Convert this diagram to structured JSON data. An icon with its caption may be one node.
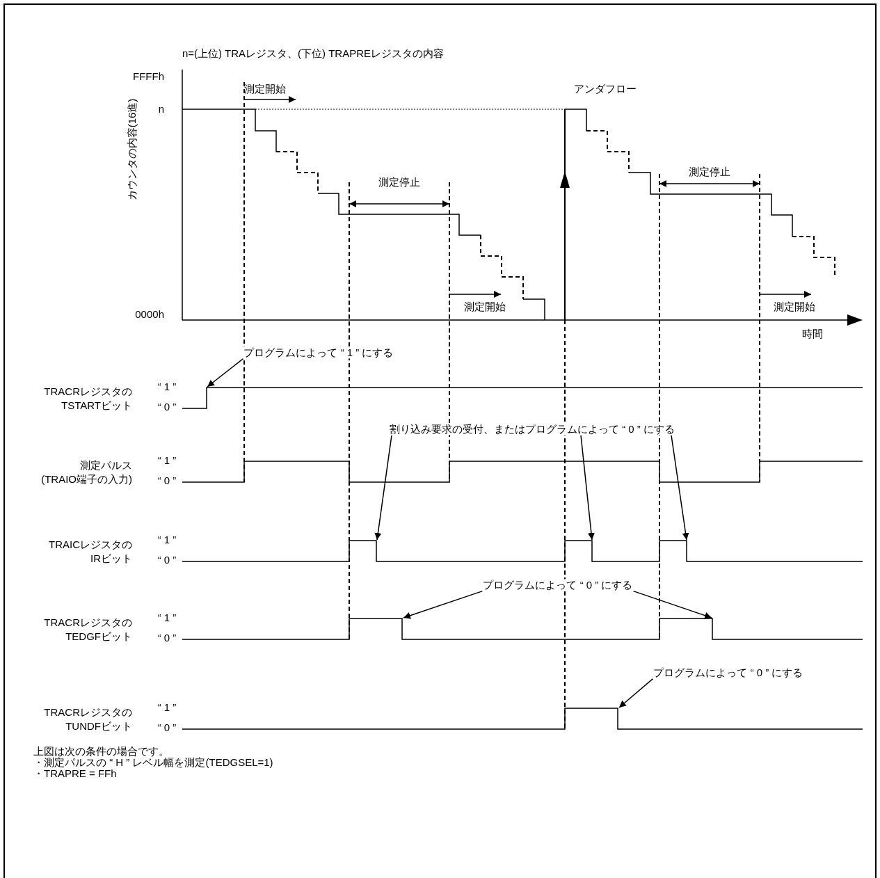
{
  "diagram": {
    "nodes": [
      {
        "text": [
          "プログラムによって “ 1 ” にする"
        ]
      },
      {
        "text": [
          "割り込み要求の受付、またはプログラムによって “ 0 ” にする"
        ]
      },
      {
        "text": [
          "プログラムによって “ 0 ” にする"
        ]
      },
      {
        "text": [
          "プログラムによって “ 0 ” にする"
        ]
      }
    ],
    "edges": [
      {
        "from": 0,
        "to": null,
        "arrow": "to"
      },
      {
        "from": 1,
        "to": null,
        "arrow": "to"
      },
      {
        "from": 1,
        "to": null,
        "arrow": "to"
      },
      {
        "from": 1,
        "to": null,
        "arrow": "to"
      },
      {
        "from": 2,
        "to": null,
        "arrow": "to"
      },
      {
        "from": 2,
        "to": null,
        "arrow": "to"
      },
      {
        "from": 3,
        "to": null,
        "arrow": "to"
      }
    ],
    "labels": [
      "n=(上位) TRAレジスタ、(下位) TRAPREレジスタの内容",
      "FFFFh",
      "カウンタの内容(16進)",
      "測定開始",
      "n",
      "アンダフロー",
      "測定停止",
      "測定停止",
      "測定開始",
      "測定開始",
      "0000h",
      "時間",
      "TRACRレジスタの TSTARTビット",
      "“ 1 ”",
      "“ 0 ”",
      "測定パルス (TRAIO端子の入力)",
      "“ 1 ”",
      "“ 0 ”",
      "TRAICレジスタの IRビット",
      "“ 1 ”",
      "“ 0 ”",
      "TRACRレジスタの TEDGFビット",
      "“ 1 ”",
      "“ 0 ”",
      "TRACRレジスタの TUNDFビット",
      "“ 1 ”",
      "“ 0 ”",
      "上図は次の条件の場合です。",
      "・測定パルスの “ H ” レベル幅を測定(TEDGSEL=1)",
      "・TRAPRE = FFh"
    ]
  }
}
